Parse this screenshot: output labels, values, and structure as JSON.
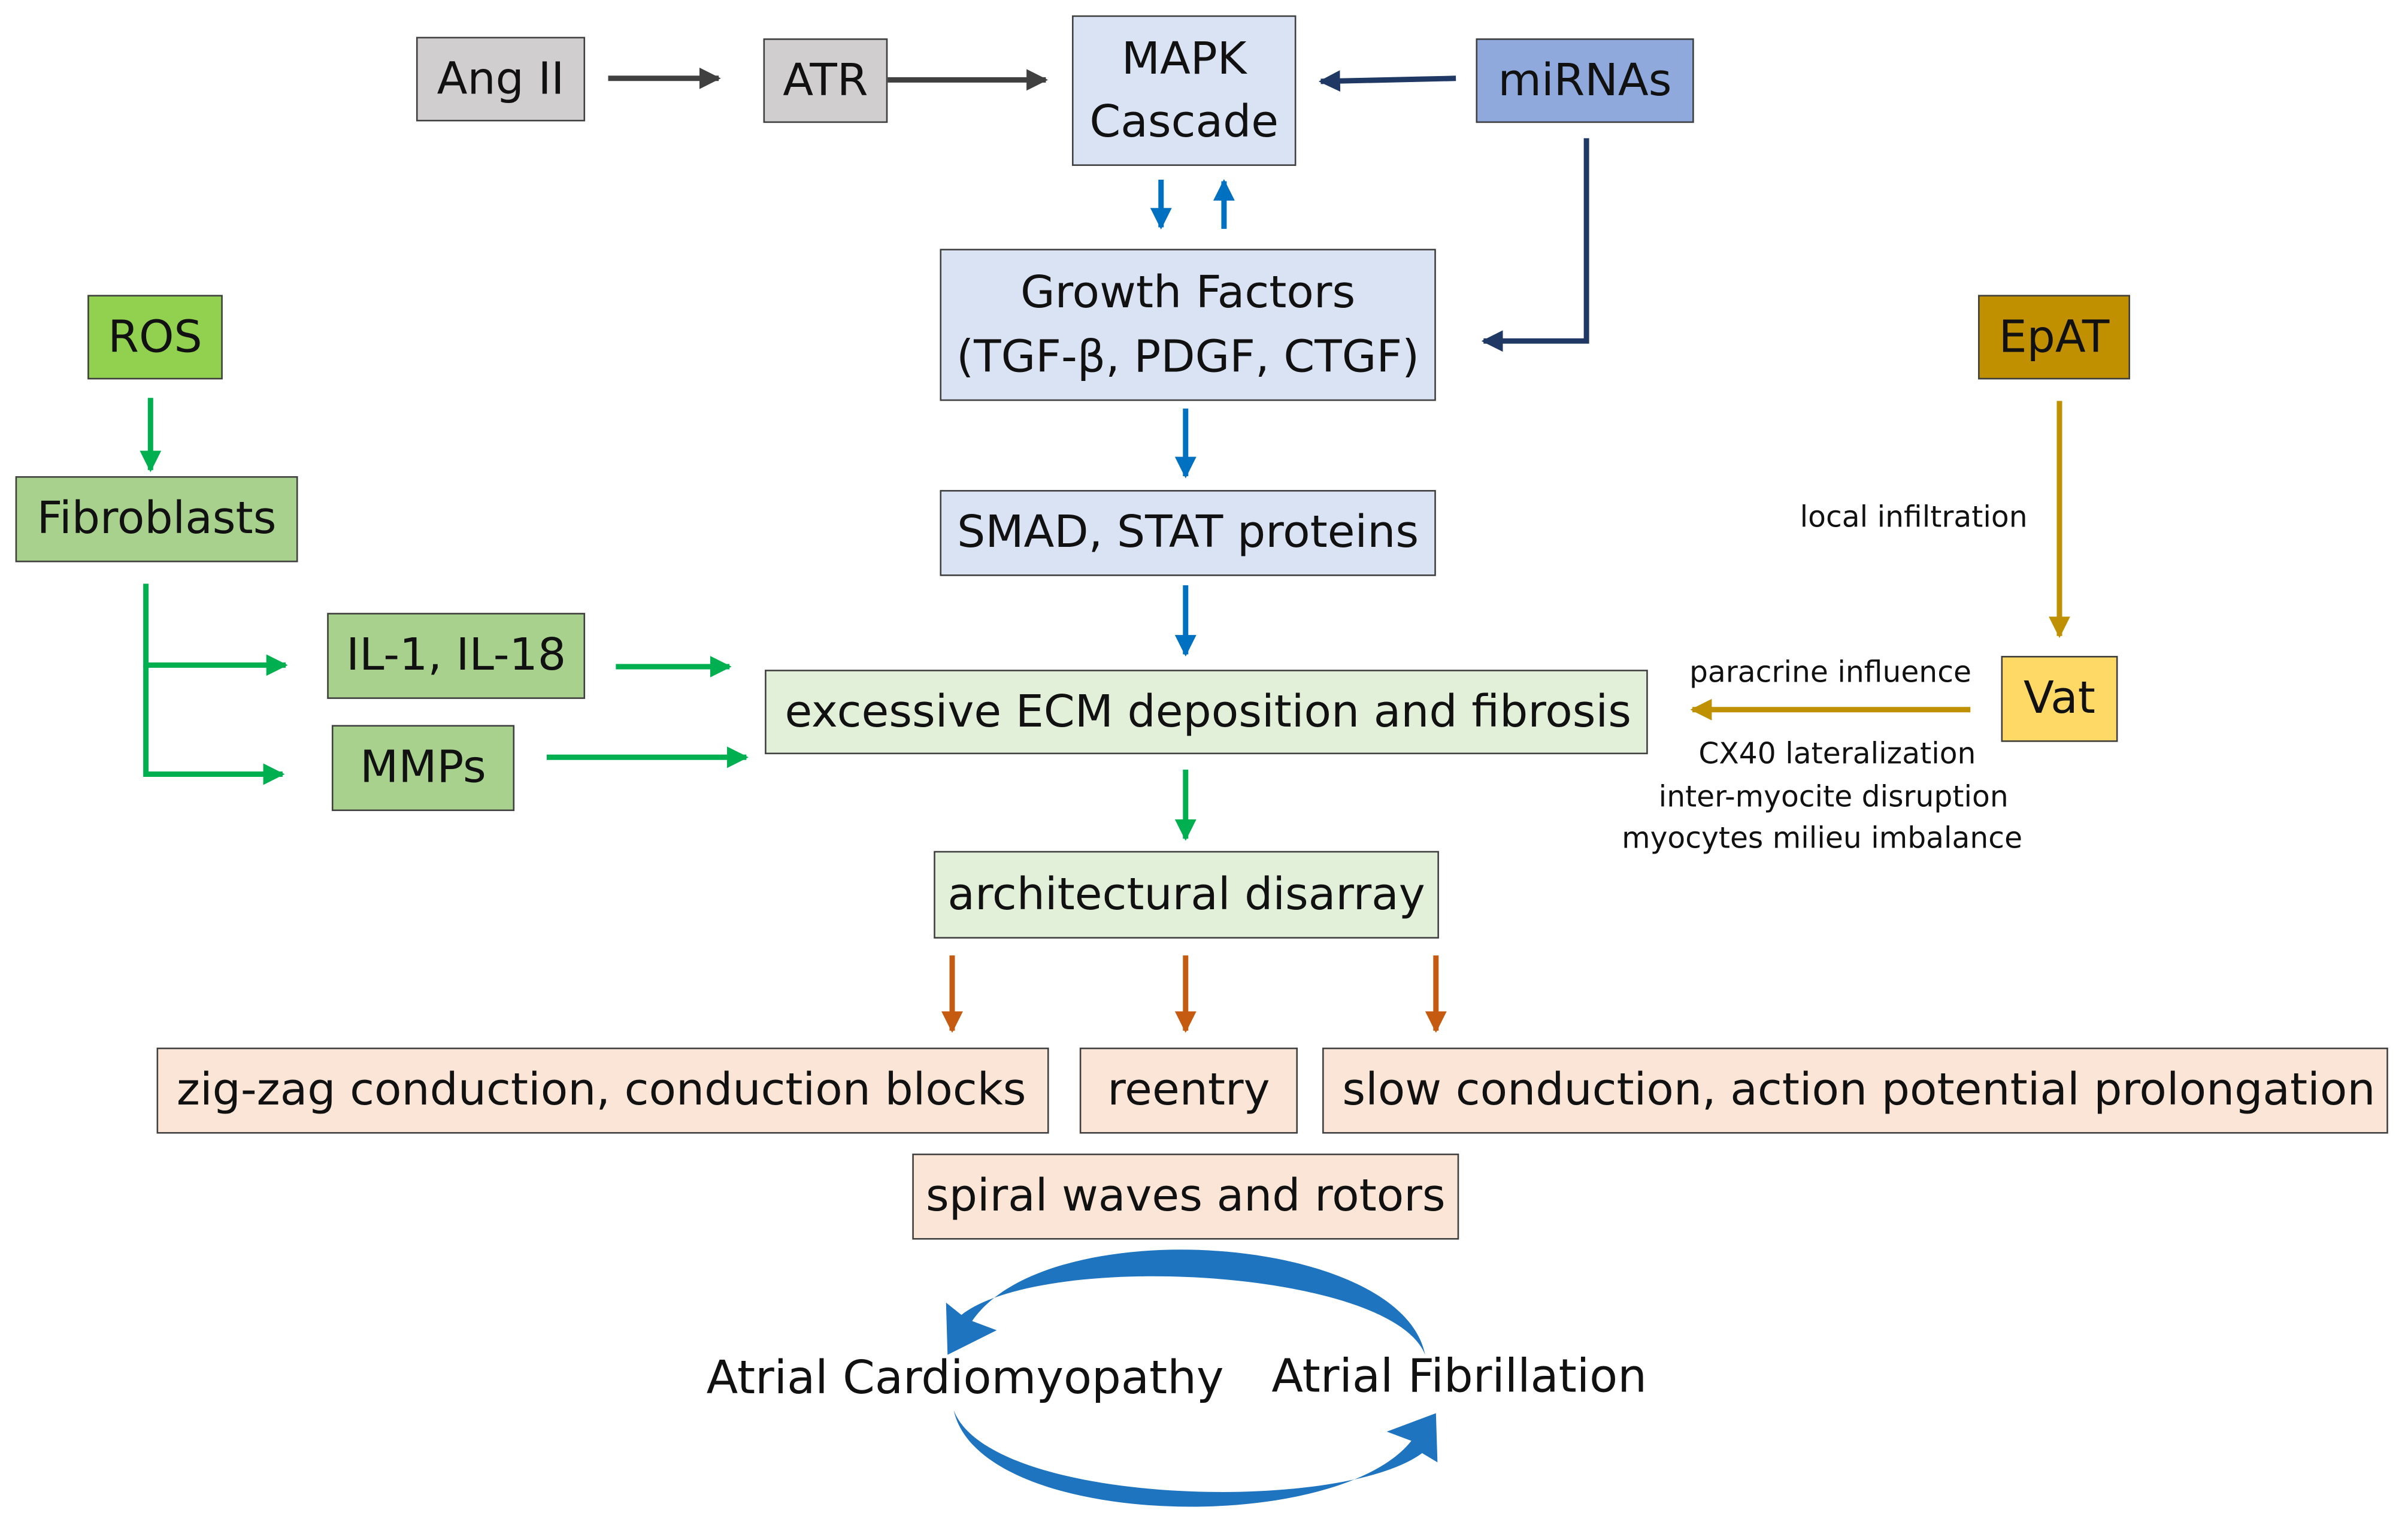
{
  "nodes": {
    "ang_ii": "Ang II",
    "atr": "ATR",
    "mapk_line1": "MAPK",
    "mapk_line2": "Cascade",
    "mirnas": "miRNAs",
    "growth_line1": "Growth Factors",
    "growth_line2": "(TGF-β, PDGF, CTGF)",
    "ros": "ROS",
    "epat": "EpAT",
    "fibroblasts": "Fibroblasts",
    "smad_stat": "SMAD, STAT proteins",
    "il": "IL-1, IL-18",
    "mmps": "MMPs",
    "ecm": "excessive ECM deposition and fibrosis",
    "vat": "Vat",
    "disarray": "architectural disarray",
    "zigzag": "zig-zag conduction, conduction blocks",
    "reentry": "reentry",
    "slow": "slow conduction, action potential prolongation",
    "spiral": "spiral waves and rotors"
  },
  "annotations": {
    "local_infiltration": "local infiltration",
    "paracrine": "paracrine influence",
    "cx40": "CX40 lateralization",
    "inter_myocite": "inter-myocite disruption",
    "milieu": "myocytes milieu imbalance"
  },
  "cycle": {
    "left": "Atrial Cardiomyopathy",
    "right": "Atrial Fibrillation"
  },
  "colors": {
    "gray_arrow": "#404040",
    "navy_arrow": "#1f3864",
    "blue_arrow": "#0070c0",
    "green_arrow": "#00b050",
    "gold_arrow": "#bf9000",
    "orange_arrow": "#c55a11",
    "cycle_arrow": "#1f74c0"
  }
}
